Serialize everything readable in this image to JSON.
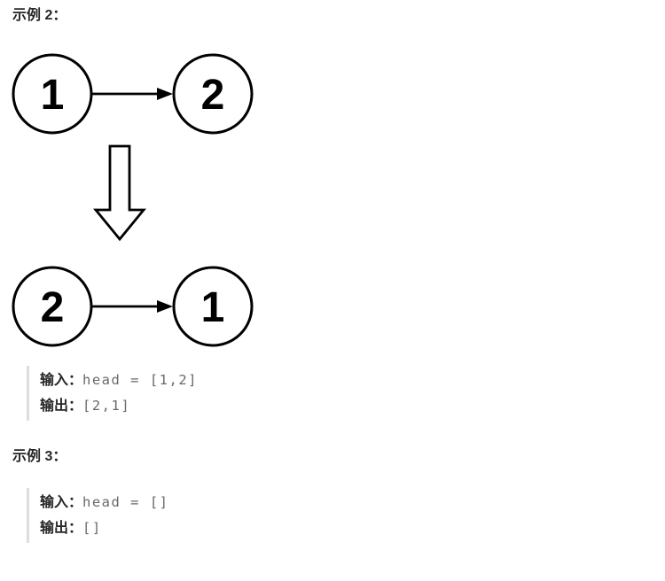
{
  "colors": {
    "background": "#ffffff",
    "heading_text": "#262626",
    "node_stroke": "#000000",
    "node_text": "#000000",
    "code_label": "#262626",
    "code_value": "#696969",
    "code_border": "#dddddd"
  },
  "icons": {
    "transform_arrow": "down-arrow-icon"
  },
  "example2": {
    "heading": "示例 2：",
    "list_before": {
      "nodes": [
        "1",
        "2"
      ]
    },
    "list_after": {
      "nodes": [
        "2",
        "1"
      ]
    },
    "io": {
      "input_label": "输入：",
      "input_value": "head = [1,2]",
      "output_label": "输出：",
      "output_value": "[2,1]"
    }
  },
  "example3": {
    "heading": "示例 3：",
    "io": {
      "input_label": "输入：",
      "input_value": "head = []",
      "output_label": "输出：",
      "output_value": "[]"
    }
  }
}
